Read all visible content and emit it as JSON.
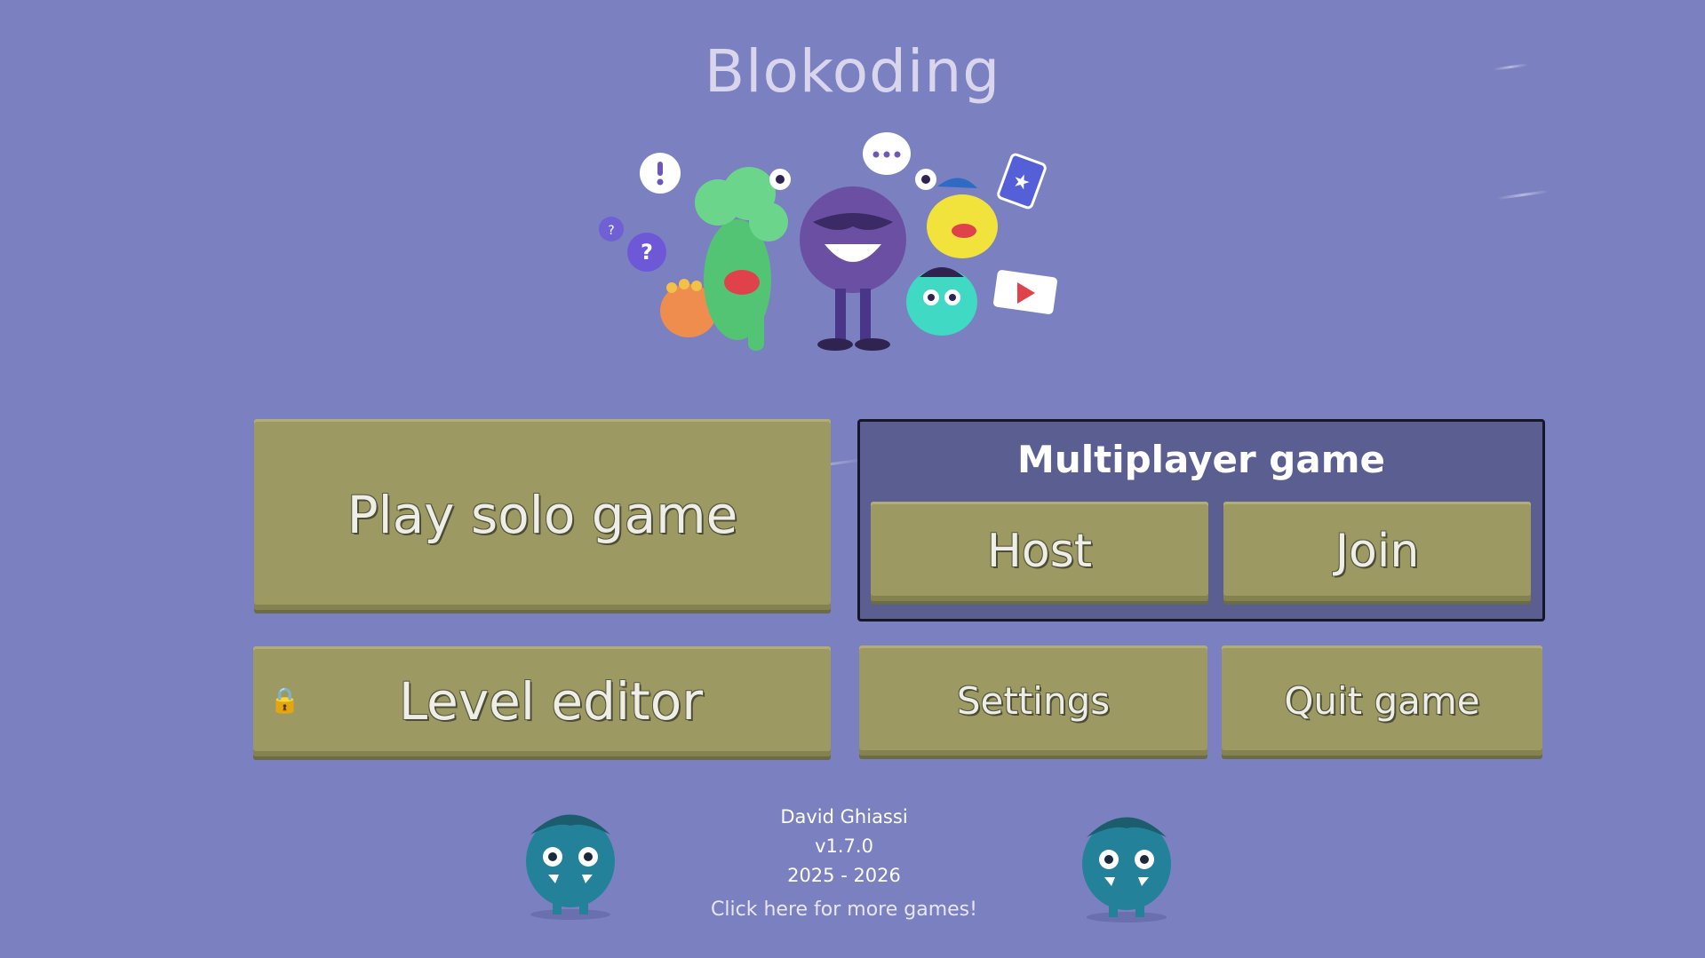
{
  "title": "Blokoding",
  "buttons": {
    "solo": "Play solo game",
    "editor": "Level editor",
    "settings": "Settings",
    "quit": "Quit game"
  },
  "multiplayer": {
    "title": "Multiplayer game",
    "host": "Host",
    "join": "Join"
  },
  "credits": {
    "author": "David Ghiassi",
    "version": "v1.7.0",
    "years": "2025 - 2026",
    "more_games": "Click here for more games!"
  },
  "icons": {
    "lock": "lock-icon"
  },
  "colors": {
    "background": "#7a80c0",
    "button": "#9c9a62",
    "panel": "#5b5e91"
  }
}
